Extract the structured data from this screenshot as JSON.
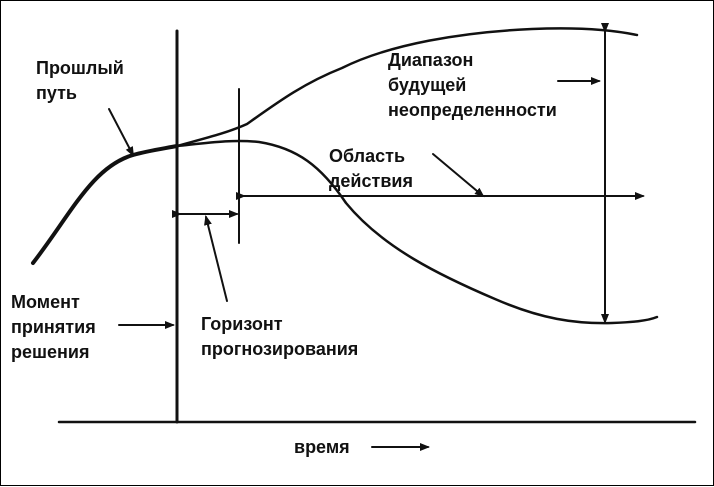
{
  "labels": {
    "past_path": [
      "Прошлый",
      "путь"
    ],
    "uncertainty_range": [
      "Диапазон",
      "будущей",
      "неопределенности"
    ],
    "action_area": [
      "Область",
      "действия"
    ],
    "decision_moment": [
      "Момент",
      "принятия",
      "решения"
    ],
    "forecast_horizon": [
      "Горизонт",
      "прогнозирования"
    ],
    "time_axis": "время"
  },
  "colors": {
    "ink": "#111111",
    "background": "#ffffff"
  }
}
